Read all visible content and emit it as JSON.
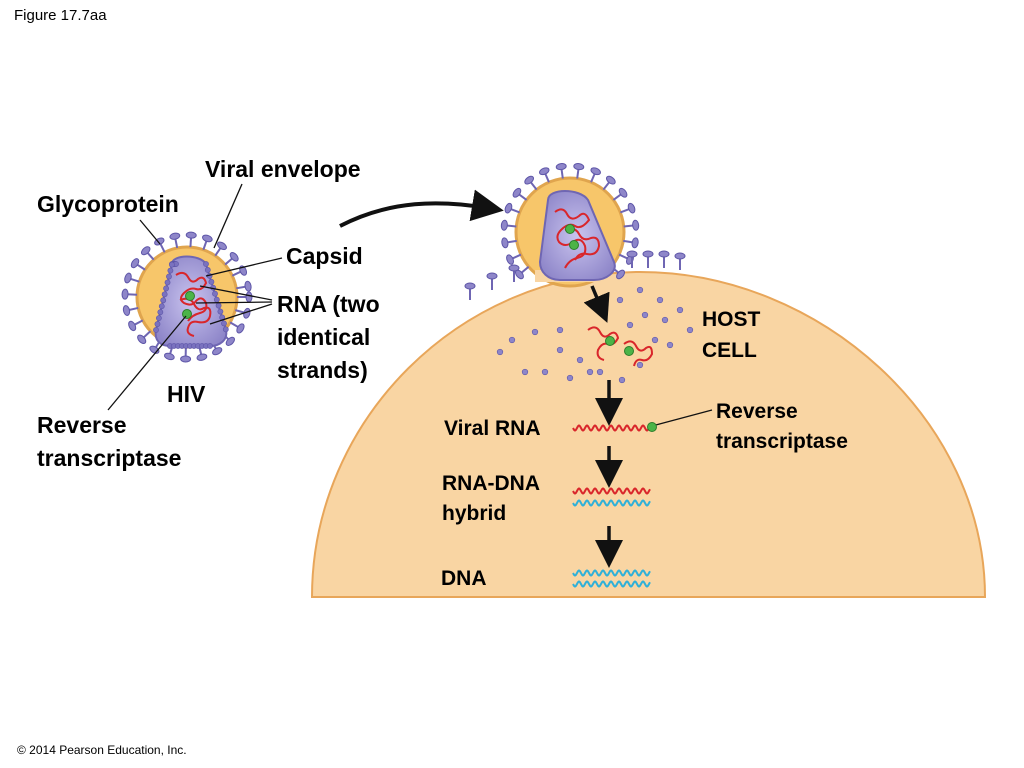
{
  "figure_label": "Figure 17.7aa",
  "copyright": "© 2014 Pearson Education, Inc.",
  "virion": {
    "glycoprotein": "Glycoprotein",
    "viral_envelope": "Viral envelope",
    "capsid": "Capsid",
    "rna_line1": "RNA (two",
    "rna_line2": "identical",
    "rna_line3": "strands)",
    "hiv": "HIV",
    "rt_line1": "Reverse",
    "rt_line2": "transcriptase"
  },
  "host": {
    "host_line1": "HOST",
    "host_line2": "CELL",
    "rt_line1": "Reverse",
    "rt_line2": "transcriptase",
    "viral_rna": "Viral RNA",
    "hybrid_line1": "RNA-DNA",
    "hybrid_line2": "hybrid",
    "dna": "DNA"
  },
  "colors": {
    "envelope": "#f7c66a",
    "cell": "#f9d5a3",
    "cell_outline": "#e8a65a",
    "capsid": "#8e86c9",
    "glycoprotein": "#7d74c0",
    "rna": "#d9262b",
    "dna": "#2fb0d8",
    "enzyme": "#4cb448"
  }
}
